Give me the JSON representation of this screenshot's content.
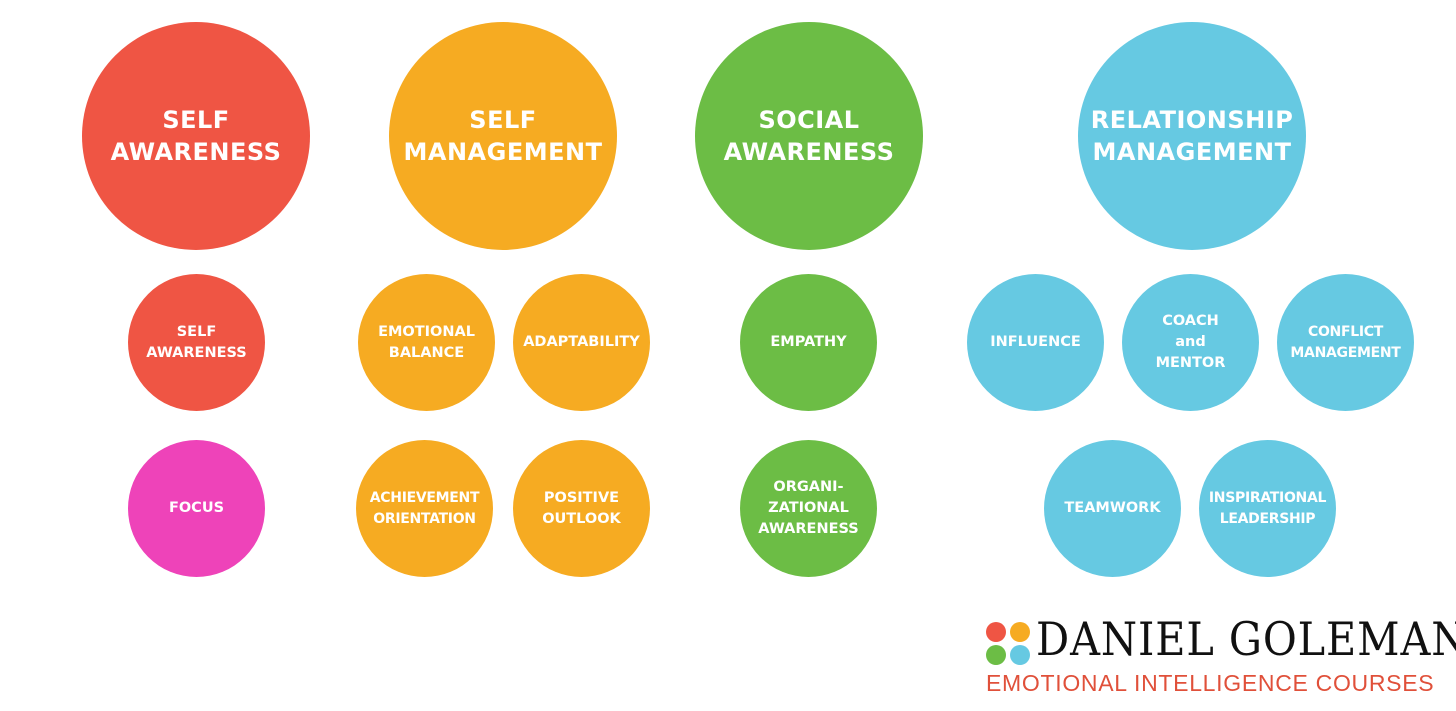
{
  "colors": {
    "red": "#ef5544",
    "orange": "#f6ab22",
    "green": "#6cbd45",
    "blue": "#66c9e2",
    "pink": "#ee43b9"
  },
  "domains": [
    {
      "id": "self-awareness",
      "title": "SELF\nAWARENESS",
      "color": "#ef5544",
      "competencies": [
        "SELF\nAWARENESS",
        "FOCUS"
      ]
    },
    {
      "id": "self-management",
      "title": "SELF\nMANAGEMENT",
      "color": "#f6ab22",
      "competencies": [
        "EMOTIONAL\nBALANCE",
        "ADAPTABILITY",
        "ACHIEVEMENT\nORIENTATION",
        "POSITIVE\nOUTLOOK"
      ]
    },
    {
      "id": "social-awareness",
      "title": "SOCIAL\nAWARENESS",
      "color": "#6cbd45",
      "competencies": [
        "EMPATHY",
        "ORGANI-\nZATIONAL\nAWARENESS"
      ]
    },
    {
      "id": "relationship-management",
      "title": "RELATIONSHIP\nMANAGEMENT",
      "color": "#66c9e2",
      "competencies": [
        "INFLUENCE",
        "COACH\nand\nMENTOR",
        "CONFLICT\nMANAGEMENT",
        "TEAMWORK",
        "INSPIRATIONAL\nLEADERSHIP"
      ]
    }
  ],
  "focus_color": "#ee43b9",
  "logo": {
    "name": "DANIEL GOLEMAN",
    "subtitle": "EMOTIONAL INTELLIGENCE COURSES",
    "dot_colors": [
      "#ef5544",
      "#f6ab22",
      "#6cbd45",
      "#66c9e2"
    ]
  }
}
